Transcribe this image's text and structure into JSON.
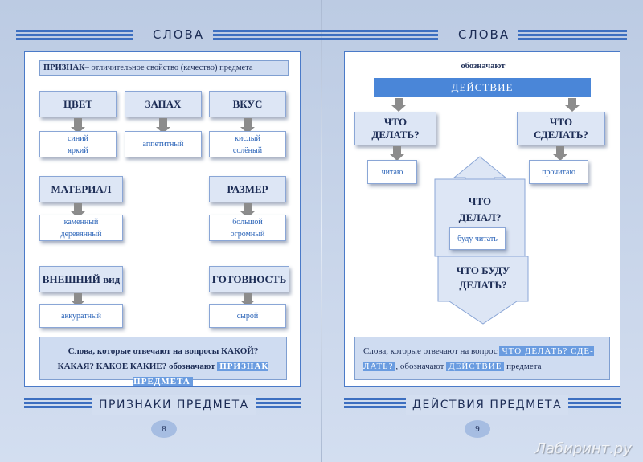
{
  "left_page": {
    "header_title": "СЛОВА",
    "definition_label": "ПРИЗНАК",
    "definition_text": " – отличительное свойство (качество) предмета",
    "categories": {
      "color": "ЦВЕТ",
      "smell": "ЗАПАХ",
      "taste": "ВКУС",
      "material": "МАТЕРИАЛ",
      "size": "РАЗМЕР",
      "appearance": "ВНЕШНИЙ вид",
      "readiness": "ГОТОВНОСТЬ"
    },
    "examples": {
      "color": [
        "синий",
        "яркий"
      ],
      "smell": [
        "аппетитный"
      ],
      "taste": [
        "кислый",
        "солёный"
      ],
      "material": [
        "каменный",
        "деревянный"
      ],
      "size": [
        "большой",
        "огромный"
      ],
      "appearance": [
        "аккуратный"
      ],
      "readiness": [
        "сырой"
      ]
    },
    "rule_text": "Слова, которые отвечают на вопросы КАКОЙ? КАКАЯ? КАКОЕ КАКИЕ? обозначают",
    "rule_highlight": "ПРИЗНАК ПРЕДМЕТА",
    "footer_title": "ПРИЗНАКИ ПРЕДМЕТА",
    "page_number": "8"
  },
  "right_page": {
    "header_title": "СЛОВА",
    "caption": "обозначают",
    "banner": "ДЕЙСТВИЕ",
    "q_do": "ЧТО ДЕЛАТЬ?",
    "q_done": "ЧТО СДЕЛАТЬ?",
    "q_past": "ЧТО ДЕЛАЛ? СДЕЛАЛ?",
    "q_future": "ЧТО БУДУ ДЕЛАТЬ?",
    "ex_do": "читаю",
    "ex_done": "прочитаю",
    "ex_future": "буду читать",
    "rule_text": "Слова, которые отвечают на вопрос",
    "rule_highlight_q": "ЧТО ДЕЛАТЬ? СДЕ-ЛАТЬ?",
    "rule_mid": ", обозначают",
    "rule_highlight": "ДЕЙСТВИЕ",
    "rule_end": "предмета",
    "footer_title": "ДЕЙСТВИЯ ПРЕДМЕТА",
    "page_number": "9"
  },
  "watermark": "Лабиринт.ру"
}
